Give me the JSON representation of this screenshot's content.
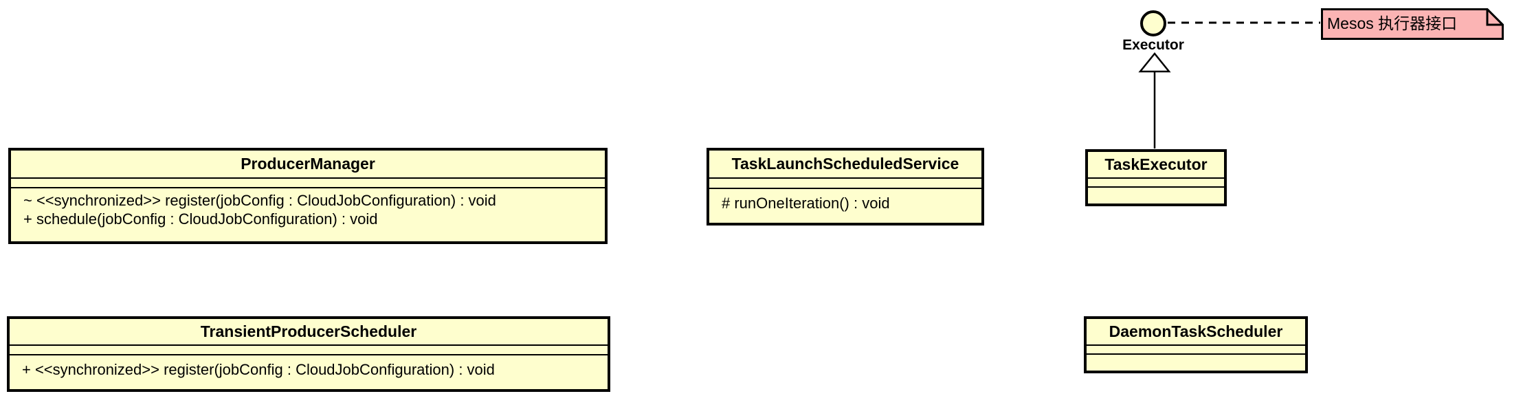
{
  "colors": {
    "background": "#FFFFFF",
    "class_fill": "#FEFECE",
    "class_border": "#000000",
    "note_fill": "#FBB4B4",
    "text": "#000000"
  },
  "interface_lollipop": {
    "label": "Executor"
  },
  "note": {
    "text": "Mesos 执行器接口"
  },
  "classes": [
    {
      "name": "ProducerManager",
      "fields": [],
      "methods": [
        "~ <<synchronized>> register(jobConfig : CloudJobConfiguration) : void",
        "+ schedule(jobConfig : CloudJobConfiguration) : void"
      ]
    },
    {
      "name": "TaskLaunchScheduledService",
      "fields": [],
      "methods": [
        "# runOneIteration() : void"
      ]
    },
    {
      "name": "TaskExecutor",
      "fields": [],
      "methods": []
    },
    {
      "name": "TransientProducerScheduler",
      "fields": [],
      "methods": [
        "+ <<synchronized>> register(jobConfig : CloudJobConfiguration) : void"
      ]
    },
    {
      "name": "DaemonTaskScheduler",
      "fields": [],
      "methods": []
    }
  ],
  "relationships": [
    {
      "type": "realization",
      "from": "TaskExecutor",
      "to": "Executor"
    },
    {
      "type": "note-attachment",
      "from": "note",
      "to": "Executor"
    }
  ]
}
